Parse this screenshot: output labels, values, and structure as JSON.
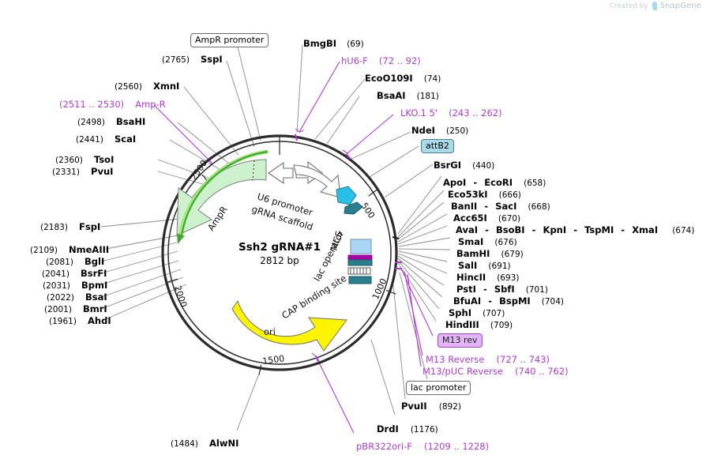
{
  "watermark": {
    "prefix": "Created by",
    "brand": "SnapGene"
  },
  "plasmid": {
    "name": "Ssh2 gRNA#1",
    "size": "2812 bp",
    "ticks": [
      "500",
      "1000",
      "1500",
      "2000",
      "2500"
    ]
  },
  "features": [
    {
      "name": "AmpR"
    },
    {
      "name": "ori"
    },
    {
      "name": "U6 promoter"
    },
    {
      "name": "gRNA scaffold"
    },
    {
      "name": "MCS"
    },
    {
      "name": "lac operator"
    },
    {
      "name": "CAP binding site"
    }
  ],
  "badges": [
    {
      "id": "ampr-promoter",
      "label": "AmpR promoter",
      "style": "plain"
    },
    {
      "id": "attb2",
      "label": "attB2",
      "style": "cyan"
    },
    {
      "id": "m13-rev",
      "label": "M13 rev",
      "style": "violet"
    },
    {
      "id": "lac-promoter",
      "label": "lac promoter",
      "style": "plain"
    }
  ],
  "labels_top": [
    {
      "kind": "enzyme",
      "pos": "(2765)",
      "name": "SspI"
    },
    {
      "kind": "enzyme",
      "name": "BmgBI",
      "pos": "(69)"
    },
    {
      "kind": "primer",
      "name": "hU6-F",
      "pos": "(72 .. 92)"
    },
    {
      "kind": "enzyme",
      "name": "EcoO109I",
      "pos": "(74)"
    },
    {
      "kind": "enzyme",
      "name": "BsaAI",
      "pos": "(181)"
    },
    {
      "kind": "primer",
      "name": "LKO.1 5'",
      "pos": "(243 .. 262)"
    },
    {
      "kind": "enzyme",
      "name": "NdeI",
      "pos": "(250)"
    },
    {
      "kind": "enzyme",
      "name": "BsrGI",
      "pos": "(440)"
    }
  ],
  "labels_left": [
    {
      "kind": "enzyme",
      "pos": "(2560)",
      "name": "XmnI"
    },
    {
      "kind": "primer",
      "pos": "(2511 .. 2530)",
      "name": "Amp-R"
    },
    {
      "kind": "enzyme",
      "pos": "(2498)",
      "name": "BsaHI"
    },
    {
      "kind": "enzyme",
      "pos": "(2441)",
      "name": "ScaI"
    },
    {
      "kind": "enzyme",
      "pos": "(2360)",
      "name": "TsoI"
    },
    {
      "kind": "enzyme",
      "pos": "(2331)",
      "name": "PvuI"
    },
    {
      "kind": "enzyme",
      "pos": "(2183)",
      "name": "FspI"
    },
    {
      "kind": "enzyme",
      "pos": "(2109)",
      "name": "NmeAIII"
    },
    {
      "kind": "enzyme",
      "pos": "(2081)",
      "name": "BglI"
    },
    {
      "kind": "enzyme",
      "pos": "(2041)",
      "name": "BsrFI"
    },
    {
      "kind": "enzyme",
      "pos": "(2031)",
      "name": "BpmI"
    },
    {
      "kind": "enzyme",
      "pos": "(2022)",
      "name": "BsaI"
    },
    {
      "kind": "enzyme",
      "pos": "(2001)",
      "name": "BmrI"
    },
    {
      "kind": "enzyme",
      "pos": "(1961)",
      "name": "AhdI"
    },
    {
      "kind": "enzyme",
      "pos": "(1484)",
      "name": "AlwNI"
    }
  ],
  "labels_mcs": [
    {
      "names": [
        "ApoI",
        "EcoRI"
      ],
      "pos": "(658)"
    },
    {
      "names": [
        "Eco53kI"
      ],
      "pos": "(666)"
    },
    {
      "names": [
        "BanII",
        "SacI"
      ],
      "pos": "(668)"
    },
    {
      "names": [
        "Acc65I"
      ],
      "pos": "(670)"
    },
    {
      "names": [
        "AvaI",
        "BsoBI",
        "KpnI",
        "TspMI",
        "XmaI"
      ],
      "pos": "(674)"
    },
    {
      "names": [
        "SmaI"
      ],
      "pos": "(676)"
    },
    {
      "names": [
        "BamHI"
      ],
      "pos": "(679)"
    },
    {
      "names": [
        "SalI"
      ],
      "pos": "(691)"
    },
    {
      "names": [
        "HincII"
      ],
      "pos": "(693)"
    },
    {
      "names": [
        "PstI",
        "SbfI"
      ],
      "pos": "(701)"
    },
    {
      "names": [
        "BfuAI",
        "BspMI"
      ],
      "pos": "(704)"
    },
    {
      "names": [
        "SphI"
      ],
      "pos": "(707)"
    },
    {
      "names": [
        "HindIII"
      ],
      "pos": "(709)"
    }
  ],
  "labels_bottom": [
    {
      "kind": "primer",
      "name": "M13 Reverse",
      "pos": "(727 .. 743)"
    },
    {
      "kind": "primer",
      "name": "M13/pUC Reverse",
      "pos": "(740 .. 762)"
    },
    {
      "kind": "enzyme",
      "name": "PvuII",
      "pos": "(892)"
    },
    {
      "kind": "enzyme",
      "name": "DrdI",
      "pos": "(1176)"
    },
    {
      "kind": "primer",
      "name": "pBR322ori-F",
      "pos": "(1209 .. 1228)"
    }
  ],
  "colors": {
    "primer": "#b23ad6",
    "ampr_fill": "#cdf0cd",
    "ampr_arc": "#3ea832",
    "ori_fill": "#fdf400",
    "attb2_fill": "#a9dce8",
    "m13_fill": "#e2b6f5",
    "ring": "#2b2b2b",
    "leader": "#8a8a8a"
  }
}
